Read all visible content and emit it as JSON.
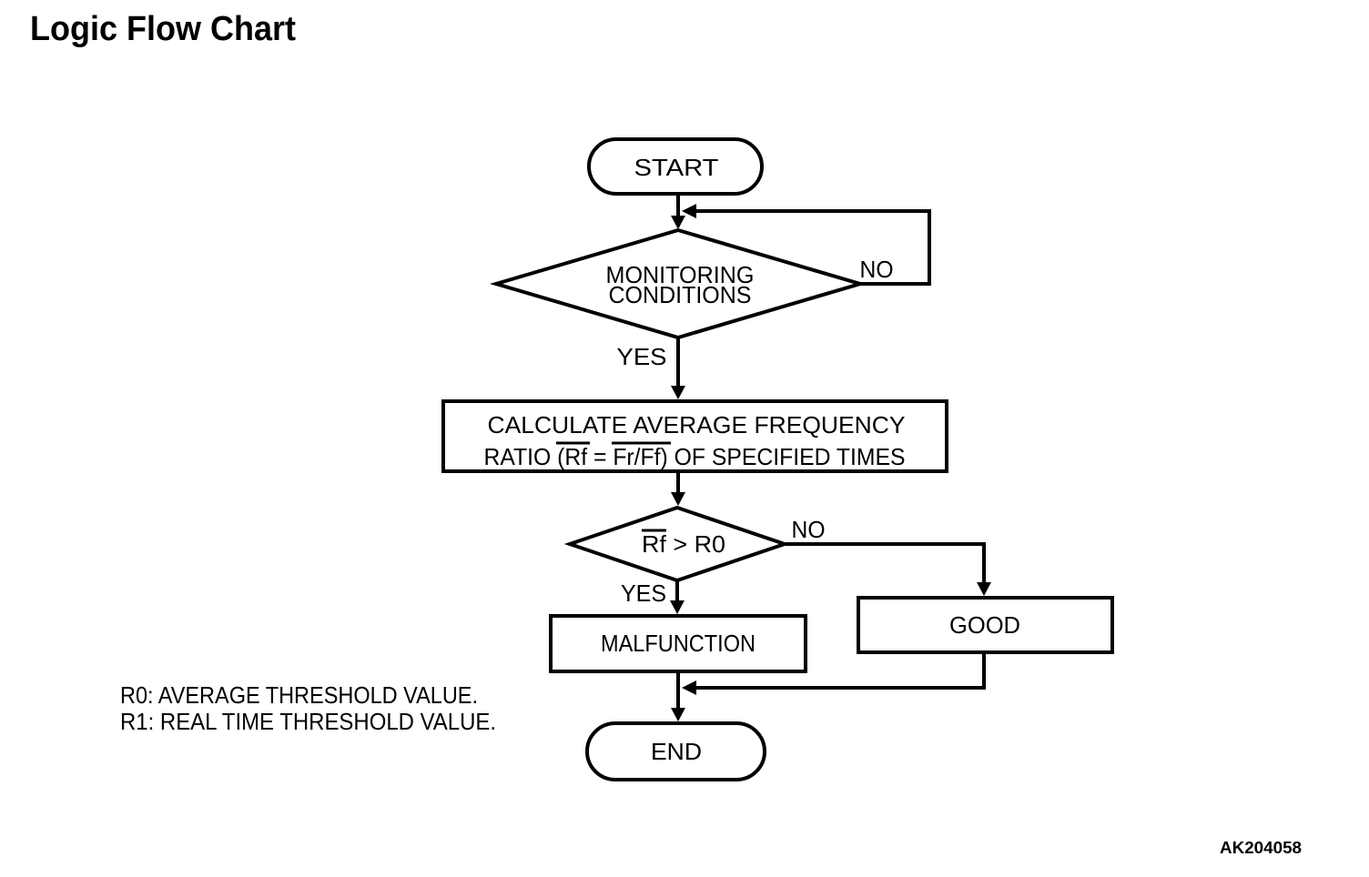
{
  "title": "Logic Flow Chart",
  "figure_code": "AK204058",
  "flowchart": {
    "start": {
      "label": "START"
    },
    "decision_monitoring": {
      "line1": "MONITORING",
      "line2": "CONDITIONS",
      "yes_label": "YES",
      "no_label": "NO"
    },
    "process_calculate": {
      "line1": "CALCULATE AVERAGE FREQUENCY",
      "line2": "RATIO (Rf = Fr/Ff) OF SPECIFIED TIMES",
      "overline_terms": [
        "(Rf",
        "Fr/Ff)"
      ]
    },
    "decision_threshold": {
      "label": "Rf > R0",
      "overline_term": "Rf",
      "yes_label": "YES",
      "no_label": "NO"
    },
    "result_malfunction": {
      "label": "MALFUNCTION"
    },
    "result_good": {
      "label": "GOOD"
    },
    "end": {
      "label": "END"
    }
  },
  "notes": {
    "line1": "R0: AVERAGE THRESHOLD VALUE.",
    "line2": "R1: REAL TIME THRESHOLD VALUE."
  },
  "colors": {
    "ink": "#000000",
    "background": "#ffffff"
  }
}
